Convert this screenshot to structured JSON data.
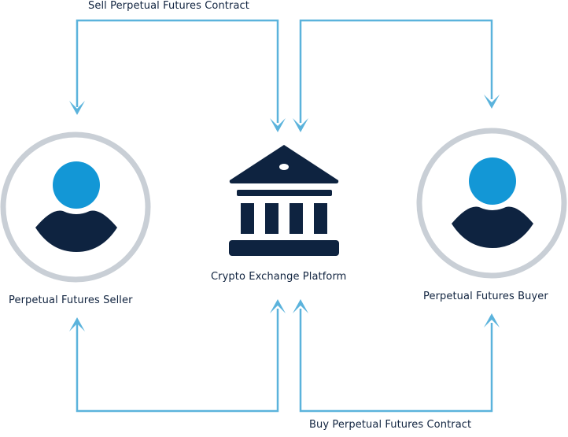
{
  "colors": {
    "arrow": "#5bb3dc",
    "navy": "#0e2340",
    "head": "#1397d6",
    "ring": "#c9cfd6"
  },
  "flows": {
    "sell_label": "Sell Perpetual Futures Contract",
    "buy_label": "Buy Perpetual Futures Contract"
  },
  "nodes": {
    "seller": {
      "label": "Perpetual Futures Seller",
      "icon": "user-icon"
    },
    "exchange": {
      "label": "Crypto Exchange Platform",
      "icon": "bank-icon"
    },
    "buyer": {
      "label": "Perpetual Futures Buyer",
      "icon": "user-icon"
    }
  }
}
